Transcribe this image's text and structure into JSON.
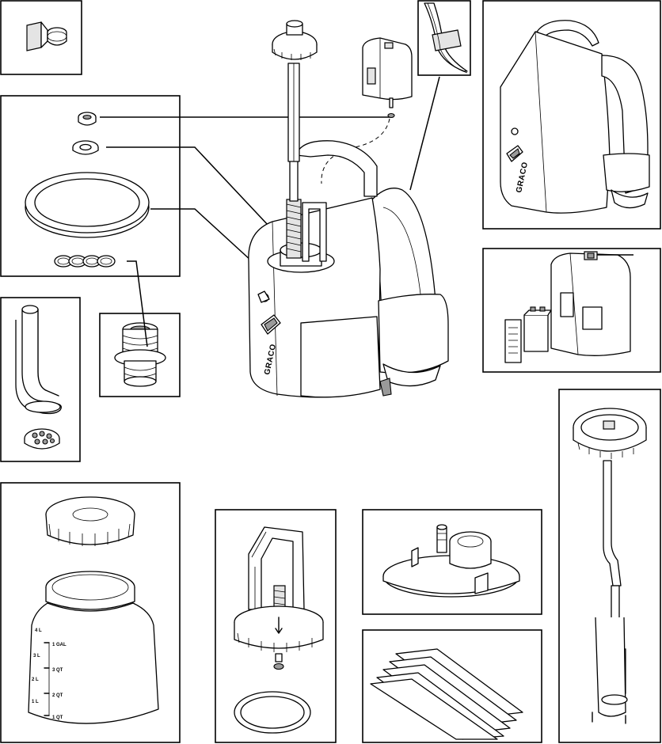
{
  "brand_logo": "GRACO",
  "bottle_graduations": [
    "1 GAL",
    "3 QT",
    "2 QT",
    "1 QT"
  ],
  "bottle_side_marks": [
    "4 L",
    "3 L",
    "2 L",
    "1 L"
  ]
}
